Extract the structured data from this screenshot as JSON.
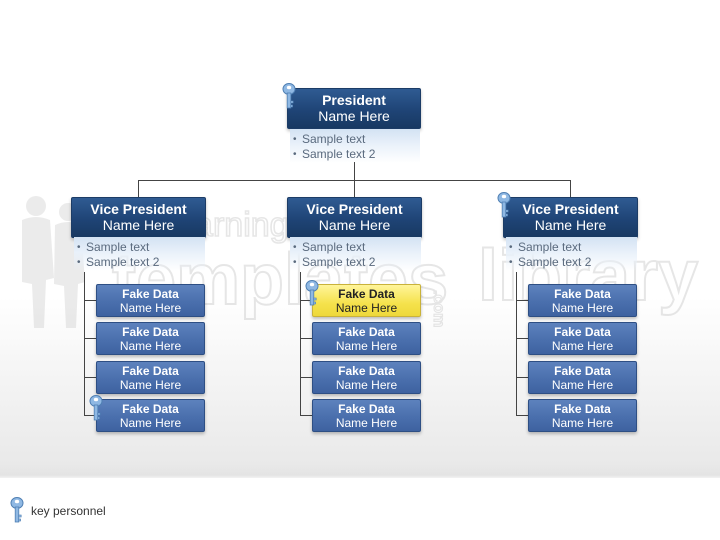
{
  "watermark": {
    "line1": "e-Learning",
    "line2": "templates",
    "line3": "library",
    "suffix": ".com"
  },
  "president": {
    "title": "President",
    "name": "Name Here",
    "bullets": [
      "Sample text",
      "Sample text 2"
    ],
    "key_personnel": true
  },
  "vice_presidents": [
    {
      "title": "Vice President",
      "name": "Name Here",
      "key_personnel": false,
      "bullets": [
        "Sample text",
        "Sample text 2"
      ],
      "reports": [
        {
          "title": "Fake Data",
          "name": "Name Here",
          "highlighted": false,
          "key_personnel": false
        },
        {
          "title": "Fake Data",
          "name": "Name Here",
          "highlighted": false,
          "key_personnel": false
        },
        {
          "title": "Fake Data",
          "name": "Name Here",
          "highlighted": false,
          "key_personnel": false
        },
        {
          "title": "Fake Data",
          "name": "Name Here",
          "highlighted": false,
          "key_personnel": true
        }
      ]
    },
    {
      "title": "Vice President",
      "name": "Name Here",
      "key_personnel": false,
      "bullets": [
        "Sample text",
        "Sample text 2"
      ],
      "reports": [
        {
          "title": "Fake Data",
          "name": "Name Here",
          "highlighted": true,
          "key_personnel": true
        },
        {
          "title": "Fake Data",
          "name": "Name Here",
          "highlighted": false,
          "key_personnel": false
        },
        {
          "title": "Fake Data",
          "name": "Name Here",
          "highlighted": false,
          "key_personnel": false
        },
        {
          "title": "Fake Data",
          "name": "Name Here",
          "highlighted": false,
          "key_personnel": false
        }
      ]
    },
    {
      "title": "Vice President",
      "name": "Name Here",
      "key_personnel": true,
      "bullets": [
        "Sample text",
        "Sample text 2"
      ],
      "reports": [
        {
          "title": "Fake Data",
          "name": "Name Here",
          "highlighted": false,
          "key_personnel": false
        },
        {
          "title": "Fake Data",
          "name": "Name Here",
          "highlighted": false,
          "key_personnel": false
        },
        {
          "title": "Fake Data",
          "name": "Name Here",
          "highlighted": false,
          "key_personnel": false
        },
        {
          "title": "Fake Data",
          "name": "Name Here",
          "highlighted": false,
          "key_personnel": false
        }
      ]
    }
  ],
  "legend": {
    "label": "key personnel",
    "icon": "key-icon"
  },
  "colors": {
    "box_dark": "#1f4476",
    "box_light": "#4a6fad",
    "highlight": "#f5e24c",
    "key": "#8fb8e3",
    "connector": "#444444"
  }
}
